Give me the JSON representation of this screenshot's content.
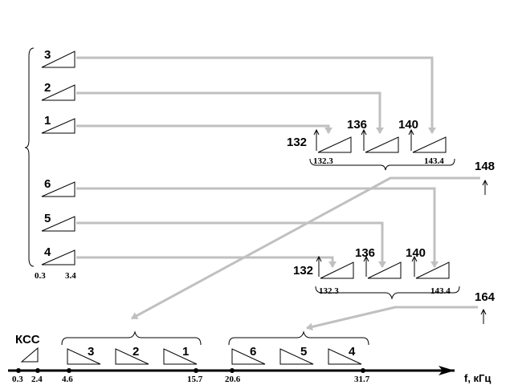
{
  "group_a": {
    "channels": [
      "3",
      "2",
      "1"
    ],
    "mux_freqs": [
      "132",
      "136",
      "140"
    ],
    "band_low": "132.3",
    "band_high": "143.4",
    "carrier": "148"
  },
  "group_b": {
    "channels": [
      "6",
      "5",
      "4"
    ],
    "mux_freqs": [
      "132",
      "136",
      "140"
    ],
    "band_low": "132.3",
    "band_high": "143.4",
    "carrier": "164"
  },
  "channel_band": {
    "low": "0.3",
    "high": "3.4"
  },
  "spectrum": {
    "kss_label": "КСС",
    "group1_channels": [
      "3",
      "2",
      "1"
    ],
    "group2_channels": [
      "6",
      "5",
      "4"
    ],
    "axis_label": "f, кГц",
    "ticks": [
      "0.3",
      "2.4",
      "4.6",
      "15.7",
      "20.6",
      "31.7"
    ]
  }
}
